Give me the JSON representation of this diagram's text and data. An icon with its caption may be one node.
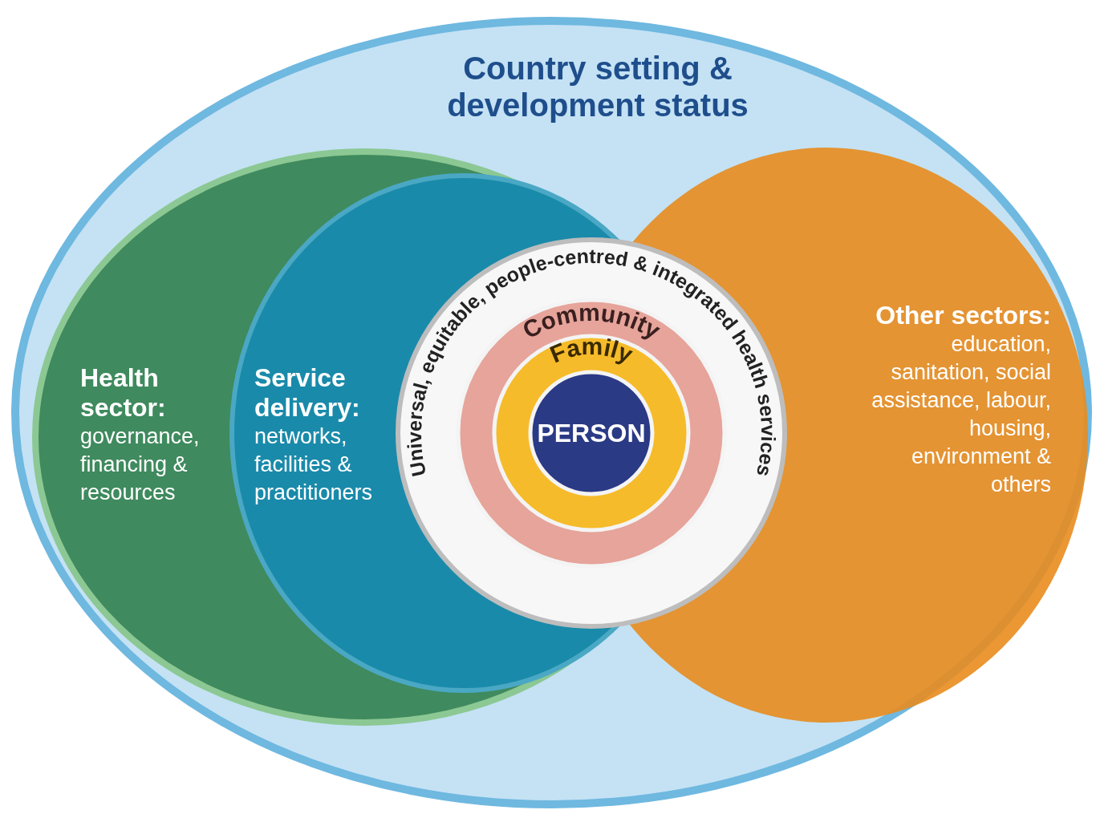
{
  "diagram": {
    "nodes": [
      {
        "text": [
          "Country setting & development status"
        ]
      },
      {
        "text": [
          "Health sector:",
          "governance, financing & resources"
        ],
        "in": 0
      },
      {
        "text": [
          "Service delivery:",
          "networks, facilities & practitioners"
        ],
        "in": 1
      },
      {
        "text": [
          "Universal, equitable, people-centred & integrated health services"
        ],
        "in": 0
      },
      {
        "text": [
          "Community"
        ],
        "in": 3
      },
      {
        "text": [
          "Family"
        ],
        "in": 4
      },
      {
        "text": [
          "PERSON"
        ],
        "in": 5
      },
      {
        "text": [
          "Other sectors:",
          "education, sanitation, social assistance, labour, housing, environment & others"
        ],
        "in": 0
      }
    ]
  }
}
